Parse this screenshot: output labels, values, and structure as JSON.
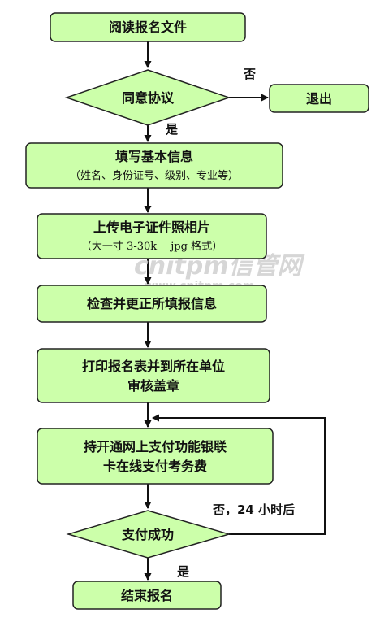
{
  "colors": {
    "node_fill": "#ccffaa",
    "node_stroke": "#222222",
    "line": "#111111",
    "watermark": "#cfcfcf"
  },
  "nodes": {
    "read_docs": "阅读报名文件",
    "agree": "同意协议",
    "exit": "退出",
    "fill_info": "填写基本信息",
    "fill_info_note": "（姓名、身份证号、级别、专业等）",
    "upload_photo": "上传电子证件照相片",
    "upload_photo_note": "（大一寸 3-30k　 jpg 格式）",
    "check_info": "检查并更正所填报信息",
    "print_line1": "打印报名表并到所在单位",
    "print_line2": "审核盖章",
    "pay_line1": "持开通网上支付功能银联",
    "pay_line2": "卡在线支付考务费",
    "pay_success": "支付成功",
    "finish": "结束报名"
  },
  "edge_labels": {
    "no_exit": "否",
    "yes_agree": "是",
    "no_retry": "否，24 小时后",
    "yes_finish": "是"
  },
  "watermark": {
    "main": "cnitpm信管网",
    "sub": "www.cnitpm.com"
  }
}
